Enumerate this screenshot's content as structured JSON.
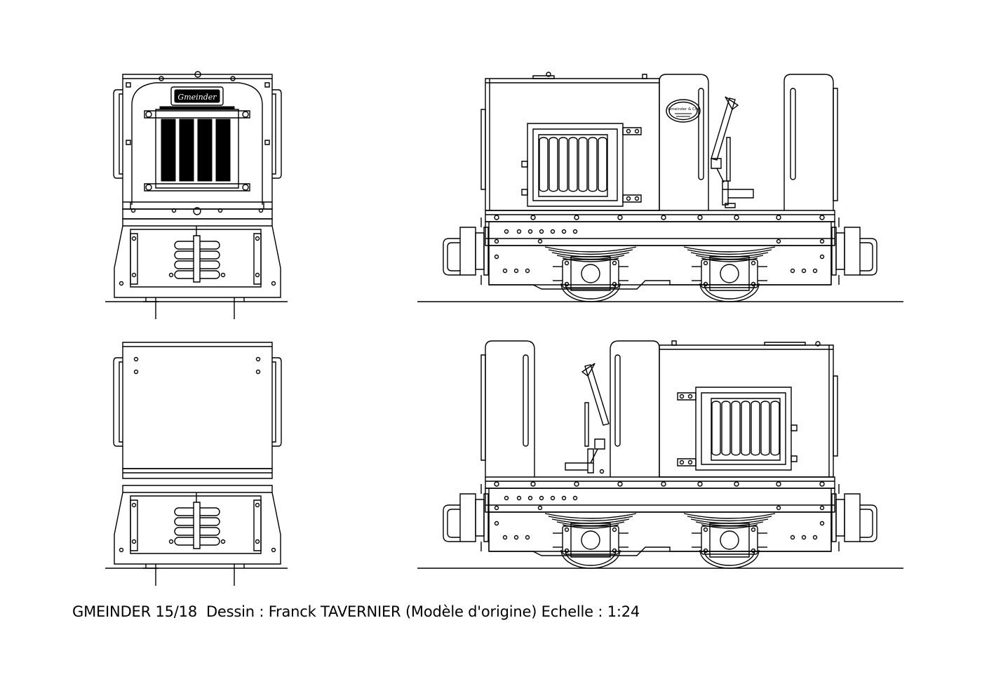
{
  "caption": {
    "model": "GMEINDER 15/18",
    "sep1": "  ",
    "author": "Dessin : Franck TAVERNIER",
    "sep2": " ",
    "note": "(Modèle d'origine)",
    "sep3": " ",
    "scale": "Echelle : 1:24"
  },
  "views": [
    {
      "name": "front-end-view"
    },
    {
      "name": "rear-end-view"
    },
    {
      "name": "side-view-left"
    },
    {
      "name": "side-view-right"
    }
  ],
  "logo": {
    "nameplate_text": "Gmeinder",
    "builder_plate_text": "Gmeinder & Cie"
  },
  "colors": {
    "line": "#000000",
    "paper": "#ffffff"
  }
}
